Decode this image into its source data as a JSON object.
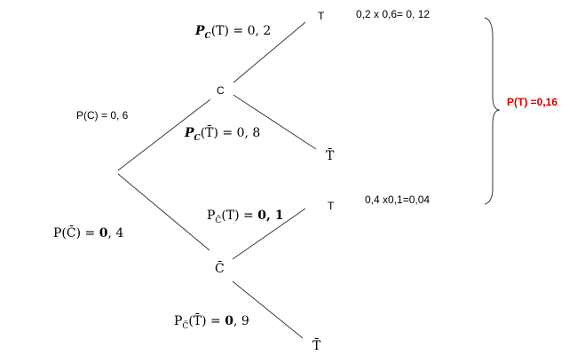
{
  "colors": {
    "ink": "#000000",
    "line": "#3a3a3a",
    "result": "#d40000"
  },
  "nodes": {
    "c": "C",
    "c_bar": "C̄",
    "t_upper": "T",
    "t_bar_upper": "T̄",
    "t_lower": "T",
    "t_bar_lower": "T̄"
  },
  "edge_labels": {
    "p_c": "P(C) = 0, 6",
    "p_c_bar_left": "P(",
    "p_c_bar_mid": "C̄",
    "p_c_bar_right": ") = ",
    "p_c_bar_val_bold": "0",
    "p_c_bar_val_rest": ", 4",
    "pc_t_main": "P",
    "pc_t_sub": "C",
    "pc_t_arg": "(T) = 0, 2",
    "pc_tbar_main": "P",
    "pc_tbar_sub": "C",
    "pc_tbar_arg": "(T̄) = 0, 8",
    "pcbar_t_main": "P",
    "pcbar_t_sub": "C̄",
    "pcbar_t_arg": "(T) = ",
    "pcbar_t_val": "0, 1",
    "pcbar_tbar_main": "P",
    "pcbar_tbar_sub": "C̄",
    "pcbar_tbar_arg": "(T̄) = ",
    "pcbar_tbar_bold": "0",
    "pcbar_tbar_rest": ", 9"
  },
  "products": {
    "upper": "0,2 x 0,6= 0, 12",
    "lower": "0,4 x0,1=0,04"
  },
  "result": "P(T) =0,16"
}
